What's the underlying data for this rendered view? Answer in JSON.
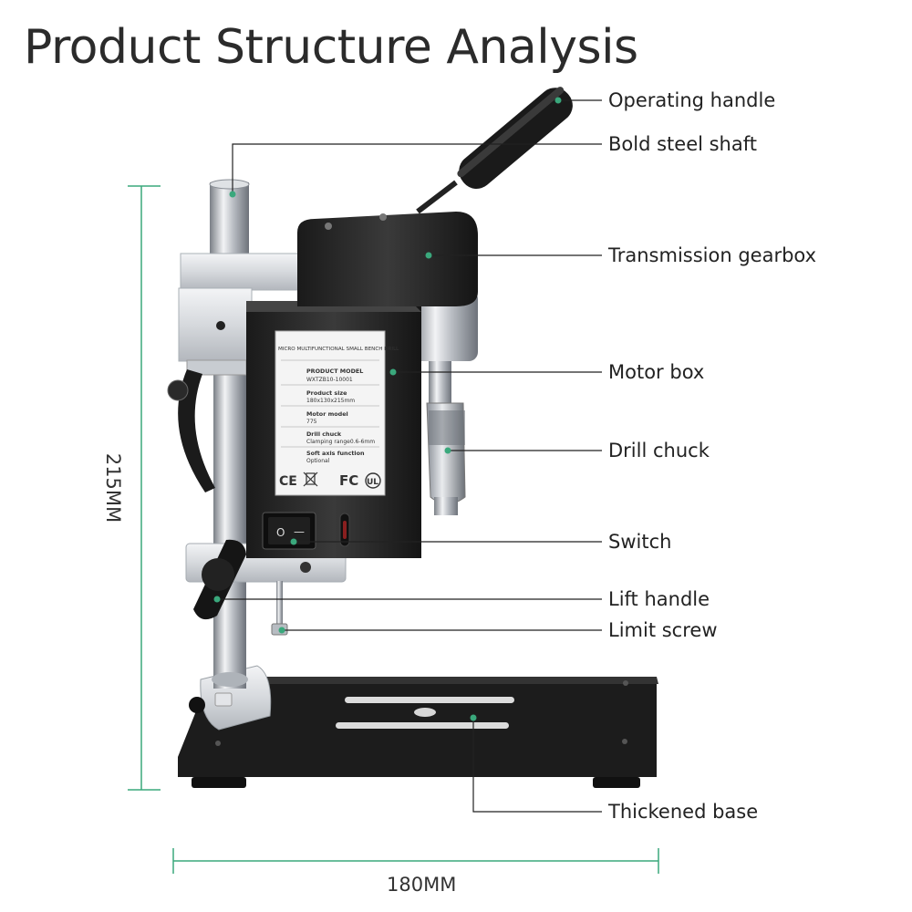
{
  "title": "Product Structure Analysis",
  "dimensions": {
    "width": "180MM",
    "height": "215MM"
  },
  "accent_color": "#3aa87c",
  "callouts": [
    {
      "id": "operating-handle",
      "label": "Operating handle"
    },
    {
      "id": "bold-steel-shaft",
      "label": "Bold steel shaft"
    },
    {
      "id": "transmission-gearbox",
      "label": "Transmission gearbox"
    },
    {
      "id": "motor-box",
      "label": "Motor box"
    },
    {
      "id": "drill-chuck",
      "label": "Drill chuck"
    },
    {
      "id": "switch",
      "label": "Switch"
    },
    {
      "id": "lift-handle",
      "label": "Lift handle"
    },
    {
      "id": "limit-screw",
      "label": "Limit screw"
    },
    {
      "id": "thickened-base",
      "label": "Thickened base"
    }
  ],
  "nameplate": {
    "header": "MICRO MULTIFUNCTIONAL SMALL BENCH DRILL",
    "rows": [
      {
        "key": "PRODUCT MODEL",
        "value": "WXTZB10-10001"
      },
      {
        "key": "Product size",
        "value": "180x130x215mm"
      },
      {
        "key": "Motor model",
        "value": "775"
      },
      {
        "key": "Drill chuck",
        "value": "Clamping range0.6-6mm"
      },
      {
        "key": "Soft axis function",
        "value": "Optional"
      }
    ],
    "marks": {
      "ce": "CE",
      "fc": "FC",
      "ul": "UL"
    }
  },
  "switch_symbols": {
    "off": "O",
    "on": "—"
  }
}
